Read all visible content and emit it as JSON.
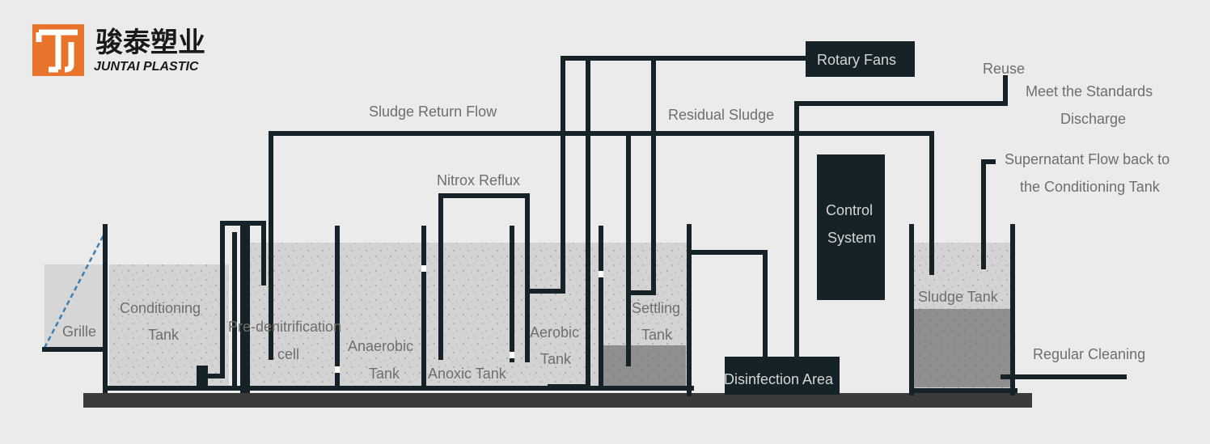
{
  "brand": {
    "logo_letters": "TJ",
    "name_cn": "骏泰塑业",
    "name_en": "JUNTAI PLASTIC",
    "logo_color": "#e8732a"
  },
  "labels": {
    "grille": "Grille",
    "conditioning_1": "Conditioning",
    "conditioning_2": "Tank",
    "predenit_1": "Pre-denitrification",
    "predenit_2": "cell",
    "anaerobic_1": "Anaerobic",
    "anaerobic_2": "Tank",
    "anoxic": "Anoxic Tank",
    "aerobic_1": "Aerobic",
    "aerobic_2": "Tank",
    "settling_1": "Settling",
    "settling_2": "Tank",
    "disinfection": "Disinfection Area",
    "control_1": "Control",
    "control_2": "System",
    "sludge_tank": "Sludge Tank",
    "sludge_return": "Sludge Return Flow",
    "nitrox": "Nitrox Reflux",
    "residual": "Residual Sludge",
    "rotary": "Rotary Fans",
    "reuse": "Reuse",
    "meet_1": "Meet the Standards",
    "meet_2": "Discharge",
    "super_1": "Supernatant Flow back to",
    "super_2": "the Conditioning Tank",
    "regular": "Regular Cleaning"
  },
  "colors": {
    "pipe": "#152227",
    "water": "#d2d2d2",
    "sludge": "#8e8e8e",
    "background": "#ebebeb"
  }
}
